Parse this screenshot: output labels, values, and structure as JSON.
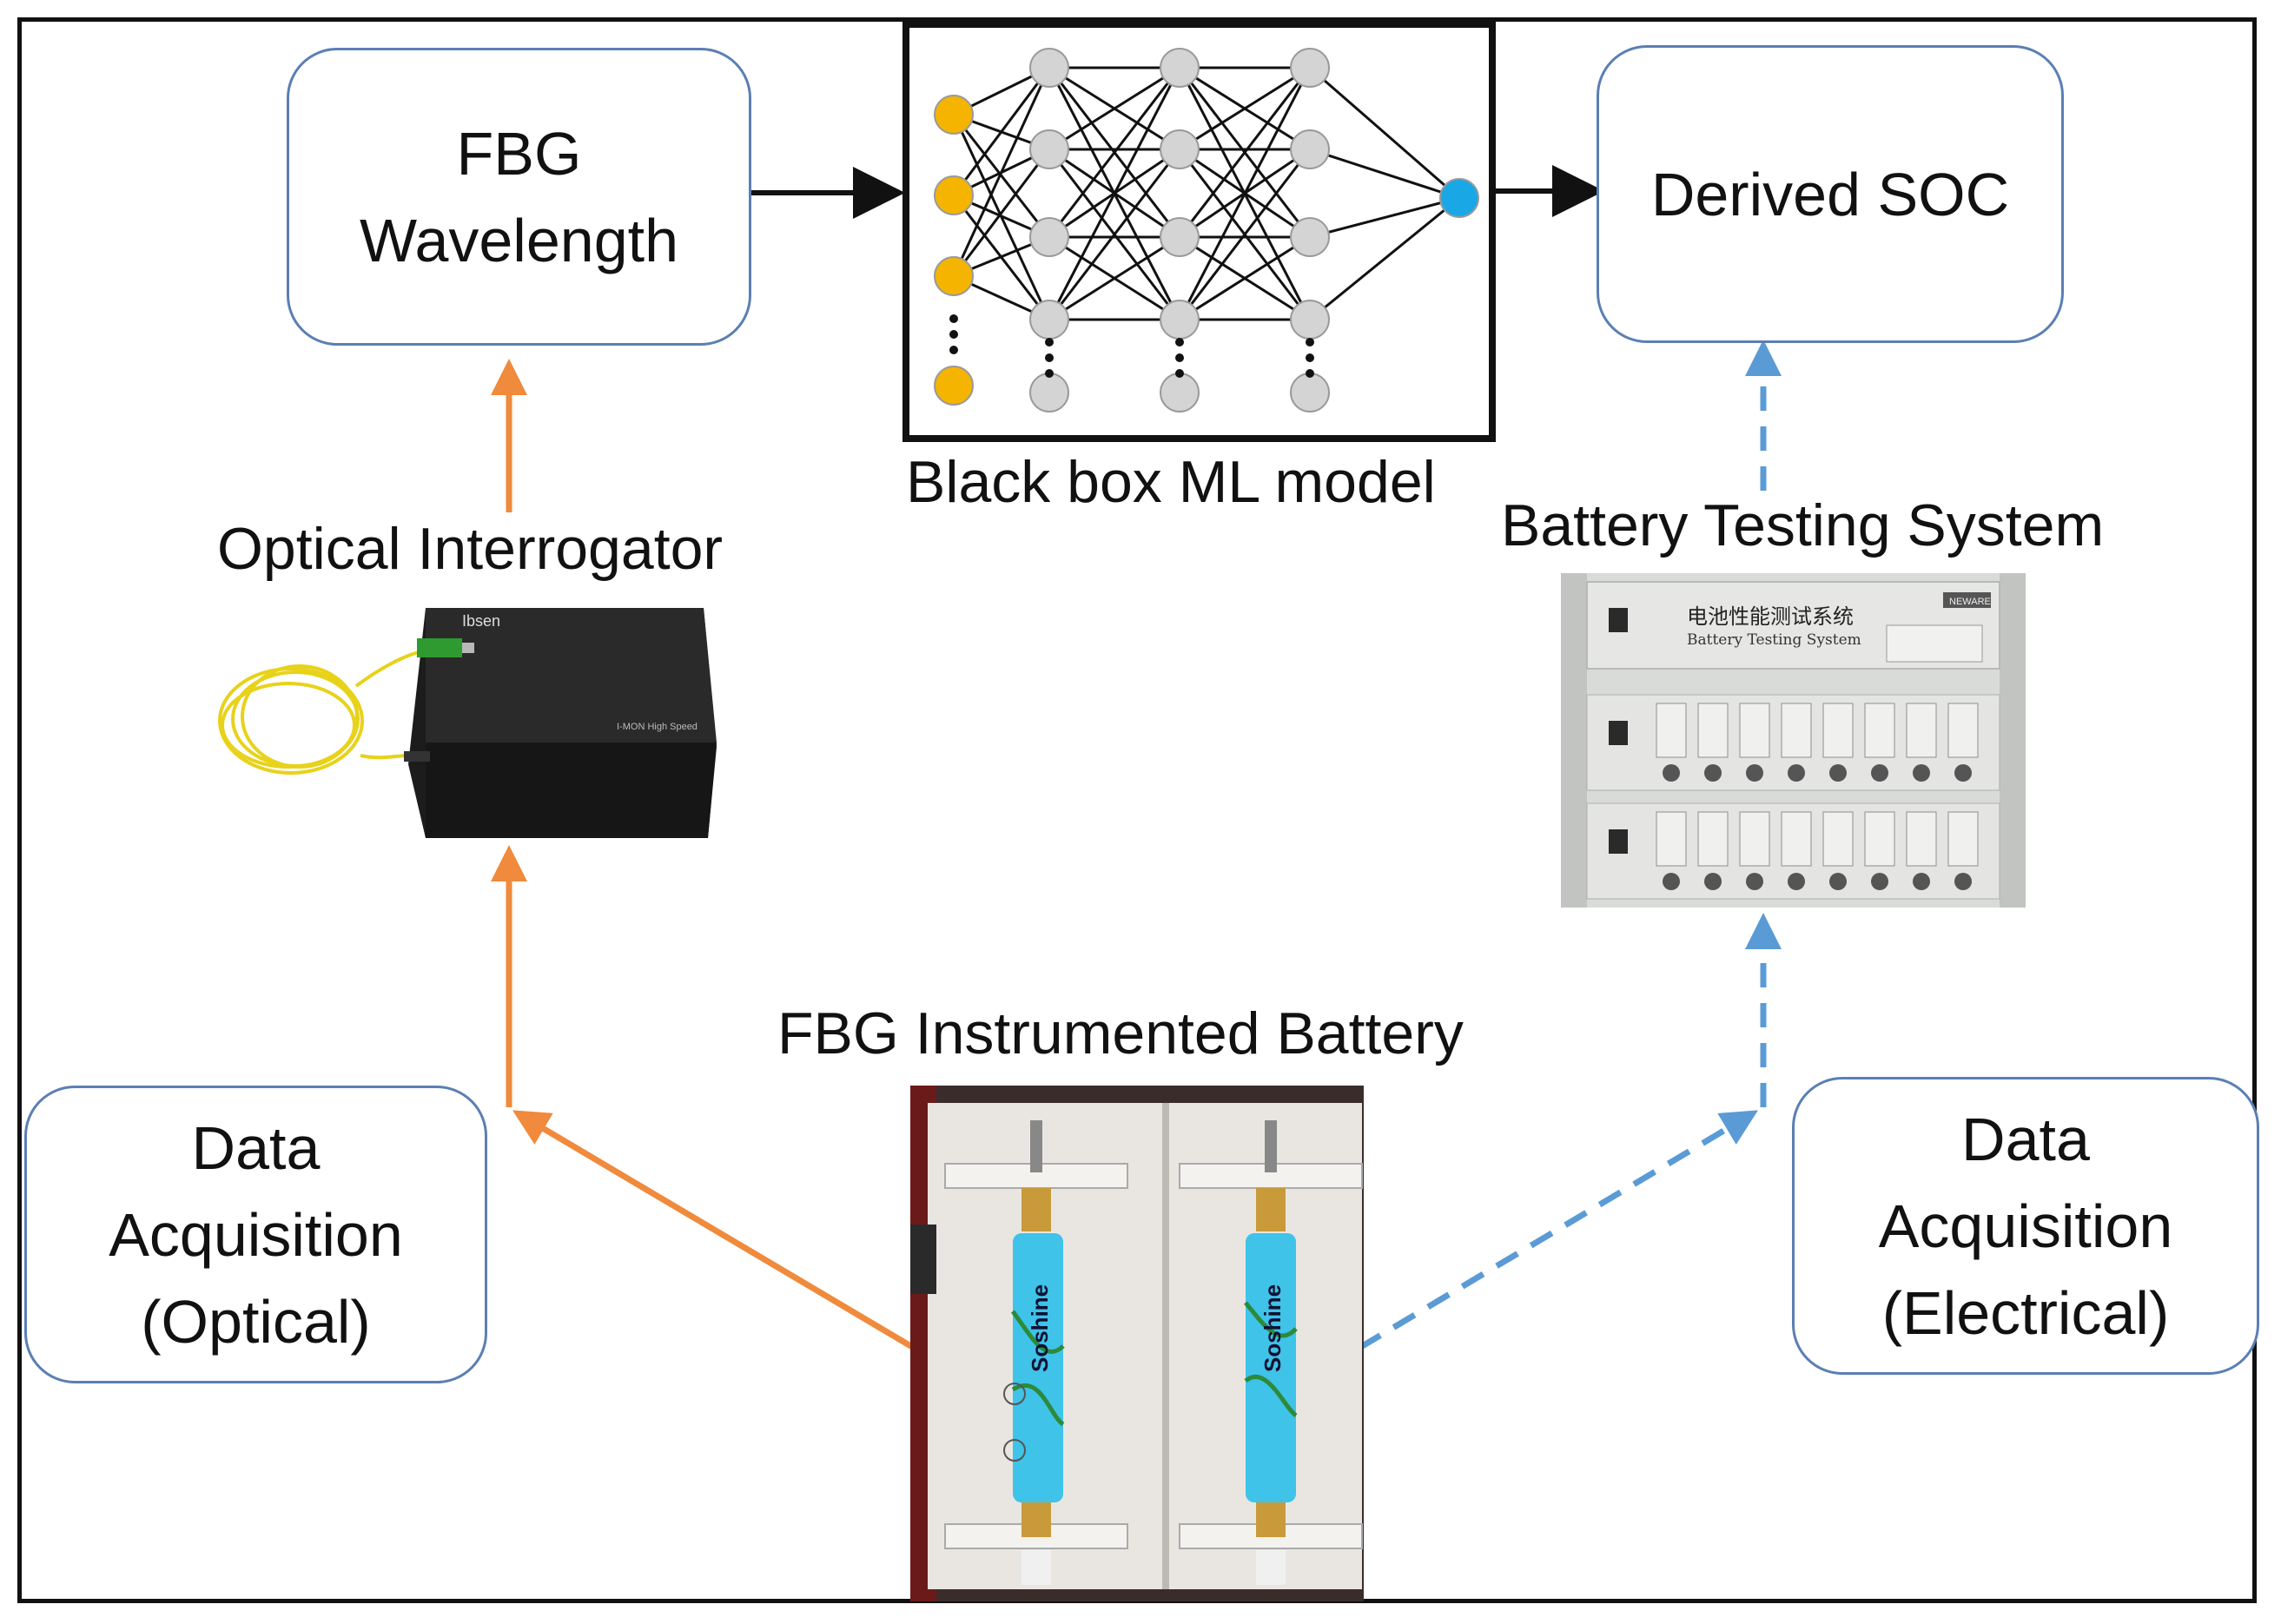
{
  "boxes": {
    "fbg_wavelength": [
      "FBG",
      "Wavelength"
    ],
    "derived_soc": "Derived SOC",
    "daq_optical": [
      "Data",
      "Acquisition",
      "(Optical)"
    ],
    "daq_electrical": [
      "Data",
      "Acquisition",
      "(Electrical)"
    ]
  },
  "labels": {
    "ml_model": "Black box ML model",
    "interrogator": "Optical Interrogator",
    "battery_testing": "Battery Testing System",
    "fbg_battery": "FBG Instrumented Battery"
  },
  "photo_text": {
    "interrogator_brand": "Ibsen",
    "interrogator_model": "I-MON High Speed",
    "bts_title_cn": "电池性能测试系统",
    "bts_title_en": "Battery Testing System",
    "bts_brand": "NEWARE",
    "battery_brand": "Soshine"
  },
  "colors": {
    "optical_arrow": "#f08a3c",
    "electrical_arrow": "#5b9bd5",
    "box_border": "#5b7fb4",
    "input_node": "#f5b400",
    "hidden_node": "#d4d4d4",
    "output_node": "#1aa7e6"
  }
}
